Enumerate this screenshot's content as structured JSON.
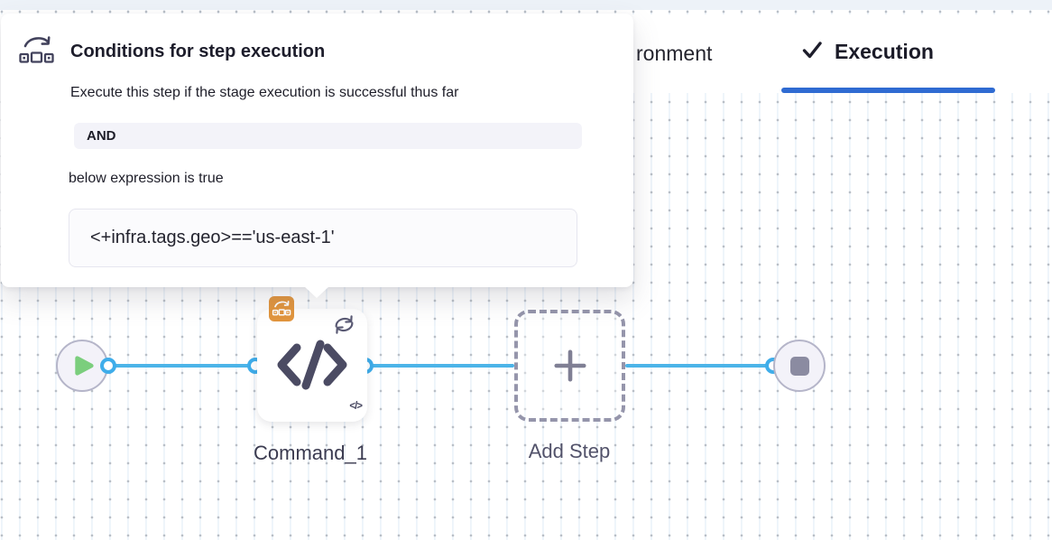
{
  "tabs": {
    "left_partial_label": "ronment",
    "active_label": "Execution"
  },
  "popover": {
    "title": "Conditions for step execution",
    "description": "Execute this step if the stage execution is successful thus far",
    "operator_badge": "AND",
    "expression_intro": "below expression is true",
    "expression": "<+infra.tags.geo>=='us-east-1'"
  },
  "pipeline": {
    "step_label": "Command_1",
    "add_step_label": "Add Step",
    "mini_step_glyph": "</>"
  },
  "icons": {
    "popover_header": "conditional-execution-icon",
    "step_badge": "conditional-execution-badge-icon",
    "step_top_right": "looping-strategy-icon",
    "step_main": "command-code-icon",
    "active_tab": "check-icon",
    "start": "play-icon",
    "end": "stop-icon",
    "add": "plus-icon"
  },
  "colors": {
    "tab_underline": "#2f6bd2",
    "connector_blue": "#4cb4e8",
    "port_ring_blue": "#3fadea",
    "badge_orange": "#e2953d",
    "play_green": "#7bce7d",
    "node_fill": "#f3f2f9",
    "slate_icon": "#4b4b63",
    "operator_pill_bg": "#f3f3f9",
    "expression_box_bg": "#fbfbfd"
  }
}
